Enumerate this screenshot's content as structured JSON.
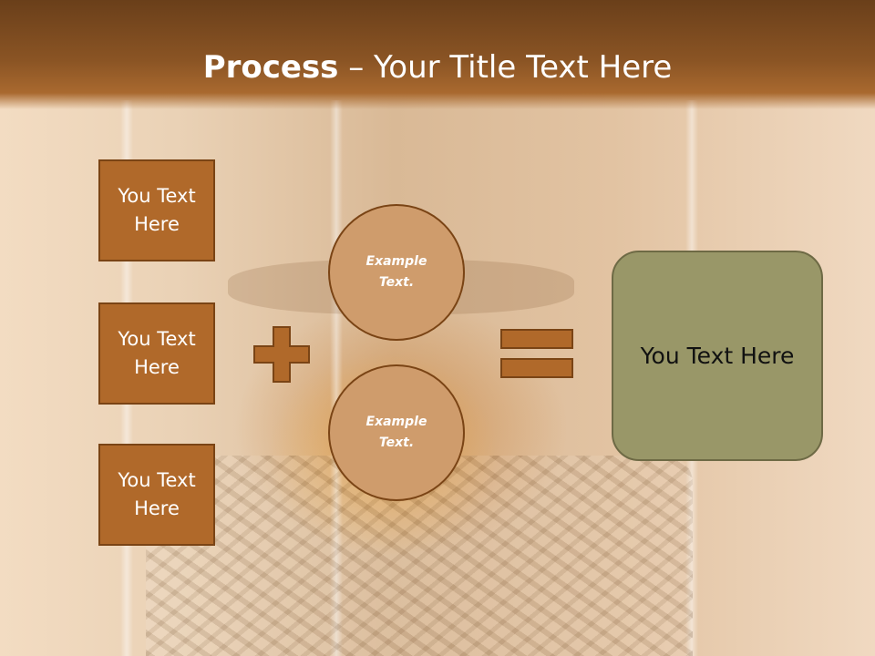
{
  "slide": {
    "title_bold": "Process",
    "title_rest": " – Your Title Text Here",
    "left_boxes": [
      "You Text Here",
      "You Text Here",
      "You Text Here"
    ],
    "circles": [
      "Example Text.",
      "Example Text."
    ],
    "result": "You Text Here"
  },
  "colors": {
    "header": "#8a5424",
    "box_fill": "#b0692a",
    "box_border": "#7a4415",
    "circle_fill": "#cf9c6c",
    "symbol_fill": "#b0692a",
    "result_fill": "#999768"
  },
  "icons": [
    "plus-icon",
    "equals-icon"
  ]
}
